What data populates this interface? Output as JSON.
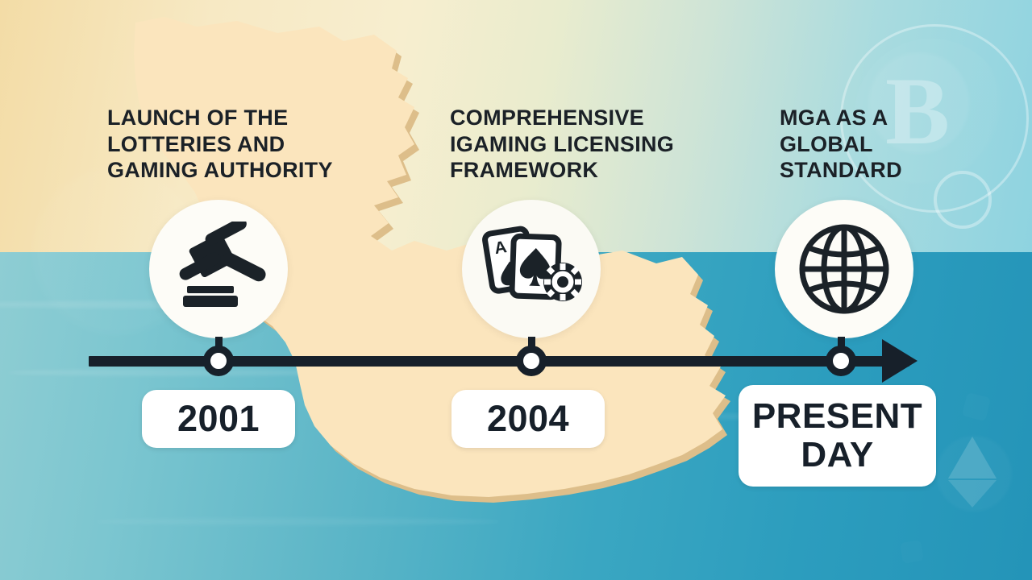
{
  "graphic": {
    "type": "timeline-infographic",
    "subject": "Malta Gaming Authority regulatory timeline",
    "background": {
      "sky_label": "sky-gradient",
      "sea_label": "sea-gradient",
      "island_label": "malta-island-silhouette"
    },
    "colors": {
      "sky_left": "#f3dca6",
      "sky_right": "#8ed3e0",
      "sea_left": "#8ecdd3",
      "sea_right": "#2494b8",
      "island_fill": "#fbe5bd",
      "island_shadow": "#ddbe8a",
      "ink": "#17202a",
      "chip_bg": "#ffffff",
      "bubble_bg": "#fdfcf7"
    }
  },
  "timeline": {
    "axis_label": "timeline-axis",
    "arrow_label": "timeline-arrow-head",
    "milestones": [
      {
        "id": "milestone-2001",
        "heading": "LAUNCH OF THE\nLOTTERIES AND\nGAMING AUTHORITY",
        "date": "2001",
        "icon": "gavel-icon"
      },
      {
        "id": "milestone-2004",
        "heading": "COMPREHENSIVE\niGAMING LICENSING\nFRAMEWORK",
        "date": "2004",
        "icon": "playing-cards-chip-icon"
      },
      {
        "id": "milestone-present",
        "heading": "MGA AS A\nGLOBAL\nSTANDARD",
        "date": "PRESENT\nDAY",
        "icon": "globe-icon"
      }
    ]
  },
  "decorations": {
    "watermarks": [
      "bitcoin-watermark",
      "ethereum-watermark"
    ]
  }
}
